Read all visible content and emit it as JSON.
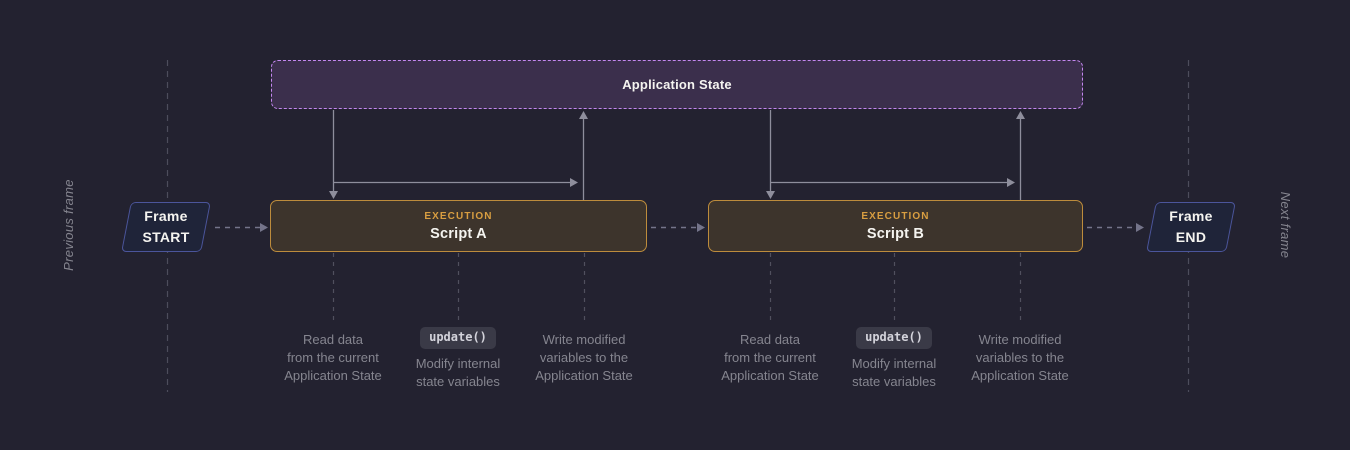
{
  "colors": {
    "background": "#232230",
    "app_state_fill": "#3b2f4c",
    "app_state_border": "#c487f0",
    "script_fill": "#3d342c",
    "script_border": "#bd8c3c",
    "execution_tag": "#d99e41",
    "frame_node_fill": "#1f2439",
    "frame_node_border": "#4b559b",
    "solid_arrow": "#8e8e9c",
    "flow_arrow": "#74748a",
    "guide_line": "#4d4d5c",
    "stub_line": "#50505e",
    "annotation_text": "#85858f",
    "badge_bg": "#3a3a47",
    "badge_text": "#d3d3db",
    "text_primary": "#f5f4f0"
  },
  "diagram": {
    "application_state": {
      "label": "Application State"
    },
    "scripts": [
      {
        "tag": "EXECUTION",
        "name": "Script A"
      },
      {
        "tag": "EXECUTION",
        "name": "Script B"
      }
    ],
    "frame_start": {
      "line1": "Frame",
      "line2": "START"
    },
    "frame_end": {
      "line1": "Frame",
      "line2": "END"
    },
    "previous_frame_label": "Previous frame",
    "next_frame_label": "Next frame",
    "annotations": [
      {
        "lines": [
          "Read data",
          "from the current",
          "Application State"
        ]
      },
      {
        "badge": "update()",
        "lines": [
          "Modify internal",
          "state variables"
        ]
      },
      {
        "lines": [
          "Write modified",
          "variables to the",
          "Application State"
        ]
      }
    ]
  }
}
